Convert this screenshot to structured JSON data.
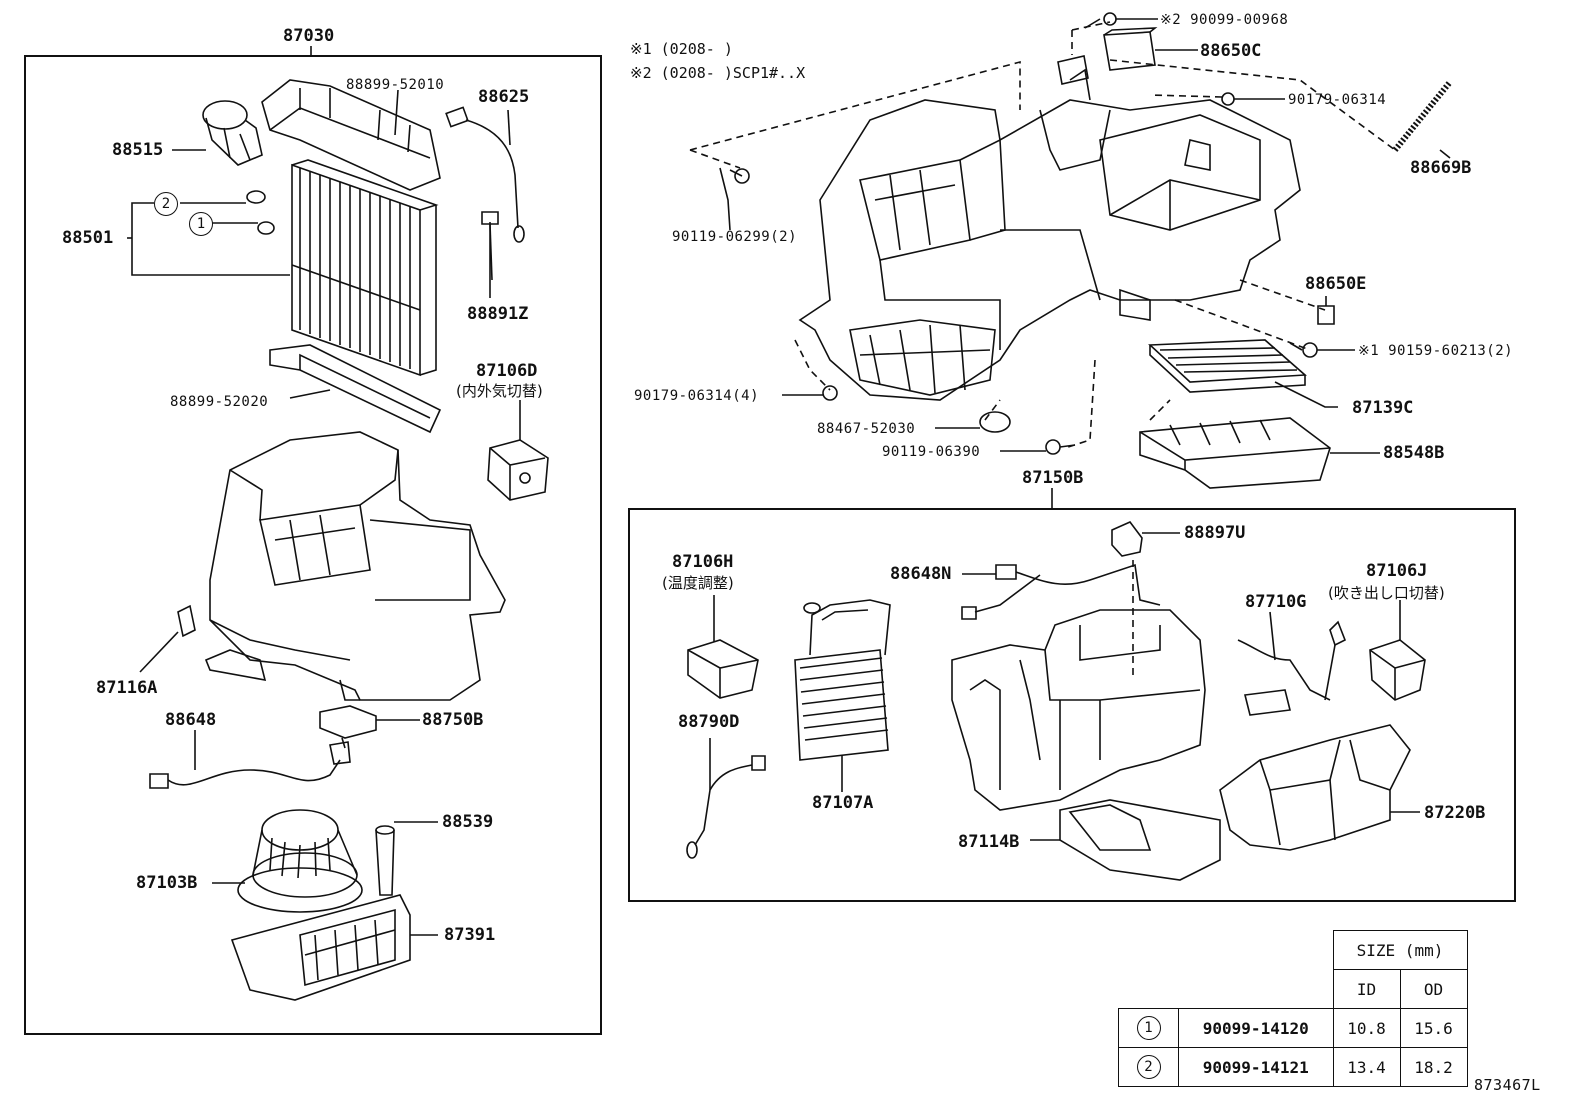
{
  "left_group": {
    "label": "87030"
  },
  "right_group": {
    "label": "87150B"
  },
  "notes": {
    "note1": "※1 (0208-     )",
    "note2": "※2 (0208-     )SCP1#..X"
  },
  "parts": {
    "p88899_52010": "88899-52010",
    "p88625": "88625",
    "p88515": "88515",
    "p88501": "88501",
    "p88891Z": "88891Z",
    "p87106D": "87106D",
    "p87106D_sub": "(内外気切替)",
    "p88899_52020": "88899-52020",
    "p87116A": "87116A",
    "p88648": "88648",
    "p88750B": "88750B",
    "p88539": "88539",
    "p87103B": "87103B",
    "p87391": "87391",
    "p90099_00968": "※2 90099-00968",
    "p88650C": "88650C",
    "p90179_06314": "90179-06314",
    "p88669B": "88669B",
    "p90119_06299": "90119-06299(2)",
    "p88650E": "88650E",
    "p90159_60213": "※1 90159-60213(2)",
    "p90179_06314_4": "90179-06314(4)",
    "p87139C": "87139C",
    "p88467_52030": "88467-52030",
    "p90119_06390": "90119-06390",
    "p88548B": "88548B",
    "p87106H": "87106H",
    "p87106H_sub": "(温度調整)",
    "p88897U": "88897U",
    "p88648N": "88648N",
    "p87106J": "87106J",
    "p87106J_sub": "(吹き出し口切替)",
    "p87710G": "87710G",
    "p88790D": "88790D",
    "p87107A": "87107A",
    "p87114B": "87114B",
    "p87220B": "87220B"
  },
  "callouts": {
    "c1": "1",
    "c2": "2"
  },
  "size_table": {
    "header": "SIZE (mm)",
    "col_id": "ID",
    "col_od": "OD",
    "rows": [
      {
        "mark": "1",
        "part": "90099-14120",
        "id": "10.8",
        "od": "15.6"
      },
      {
        "mark": "2",
        "part": "90099-14121",
        "id": "13.4",
        "od": "18.2"
      }
    ]
  },
  "diagram_id": "873467L"
}
